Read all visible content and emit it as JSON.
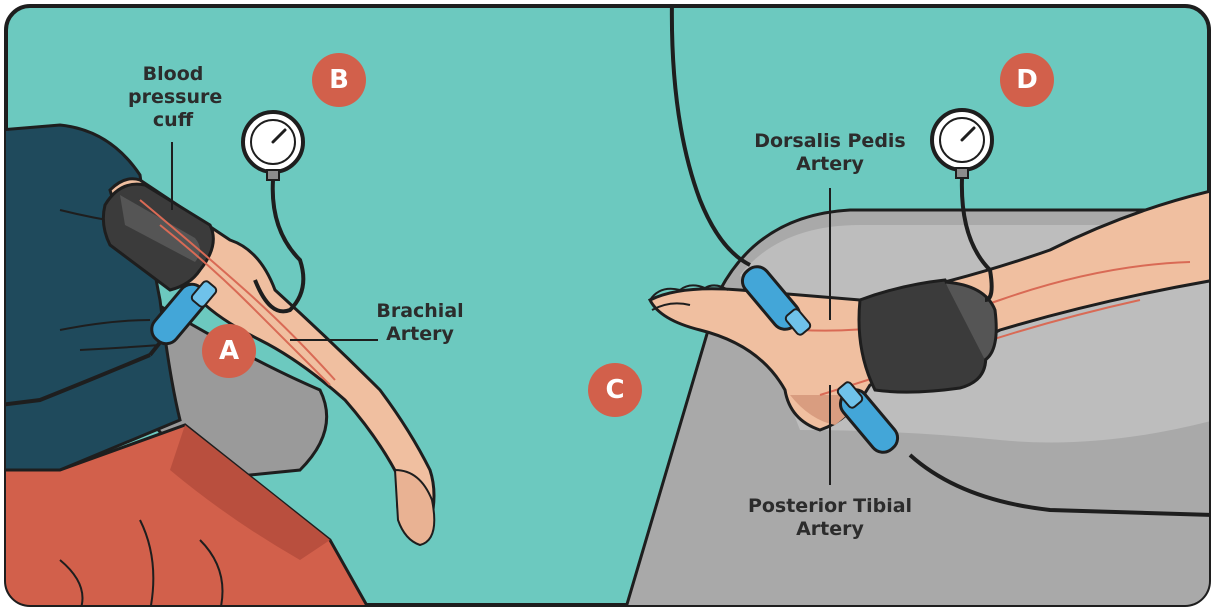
{
  "colors": {
    "background": "#6cc9bf",
    "outline": "#1e1e1e",
    "skin": "#f0bfa0",
    "skin_shadow": "#d99d80",
    "artery": "#d96a55",
    "shirt": "#1f4a5c",
    "shorts": "#d2604b",
    "bed": "#8c8c8c",
    "bed_light": "#a9a9a9",
    "cuff": "#3b3b3b",
    "probe": "#43a6d8",
    "badge": "#d2604b"
  },
  "labels": {
    "blood_pressure_cuff": [
      "Blood",
      "pressure",
      "cuff"
    ],
    "brachial_artery": [
      "Brachial",
      "Artery"
    ],
    "dorsalis_pedis_artery": [
      "Dorsalis Pedis",
      "Artery"
    ],
    "posterior_tibial_artery": [
      "Posterior Tibial",
      "Artery"
    ]
  },
  "badges": {
    "a": "A",
    "b": "B",
    "c": "C",
    "d": "D"
  },
  "icons": {
    "gauge": "pressure-gauge-icon",
    "probe": "doppler-probe-icon"
  }
}
